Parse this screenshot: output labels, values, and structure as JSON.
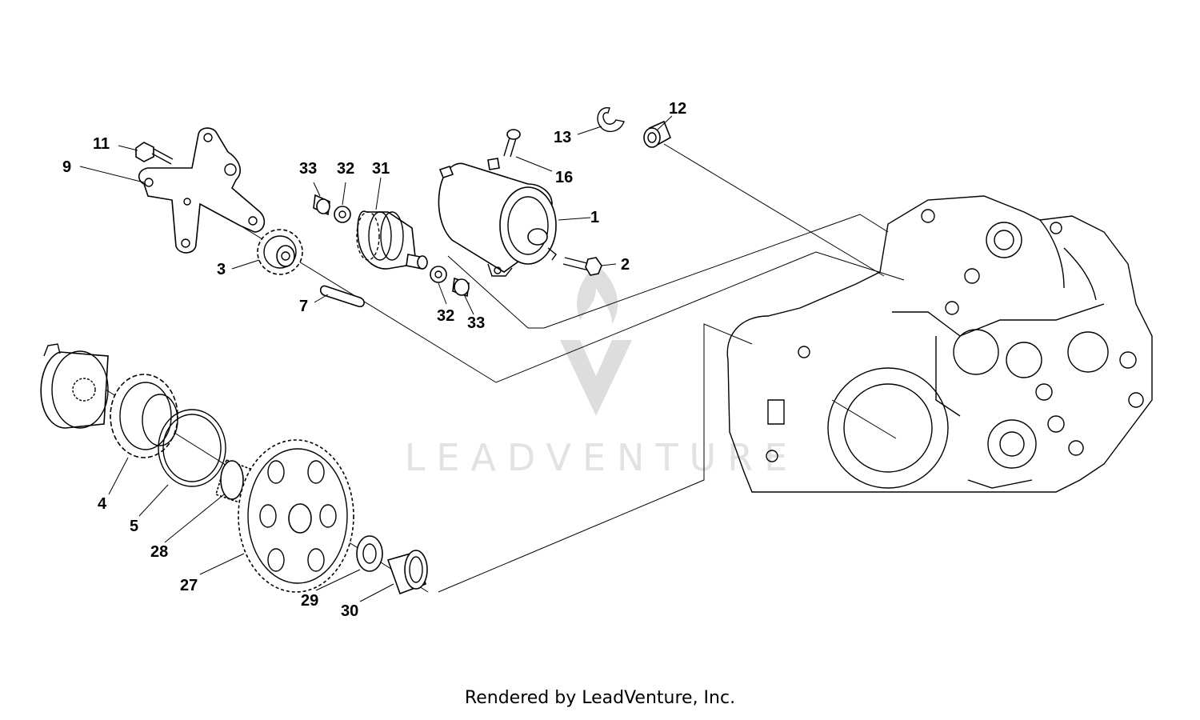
{
  "watermark": {
    "text": "LEADVENTURE"
  },
  "footer": {
    "text": "Rendered by LeadVenture, Inc."
  },
  "callouts": [
    {
      "id": "c1",
      "text": "1"
    },
    {
      "id": "c2",
      "text": "2"
    },
    {
      "id": "c3",
      "text": "3"
    },
    {
      "id": "c4",
      "text": "4"
    },
    {
      "id": "c5",
      "text": "5"
    },
    {
      "id": "c7",
      "text": "7"
    },
    {
      "id": "c9",
      "text": "9"
    },
    {
      "id": "c11",
      "text": "11"
    },
    {
      "id": "c12",
      "text": "12"
    },
    {
      "id": "c13",
      "text": "13"
    },
    {
      "id": "c16",
      "text": "16"
    },
    {
      "id": "c27",
      "text": "27"
    },
    {
      "id": "c28",
      "text": "28"
    },
    {
      "id": "c29",
      "text": "29"
    },
    {
      "id": "c30",
      "text": "30"
    },
    {
      "id": "c31",
      "text": "31"
    },
    {
      "id": "c32a",
      "text": "32"
    },
    {
      "id": "c32b",
      "text": "32"
    },
    {
      "id": "c33a",
      "text": "33"
    },
    {
      "id": "c33b",
      "text": "33"
    }
  ]
}
